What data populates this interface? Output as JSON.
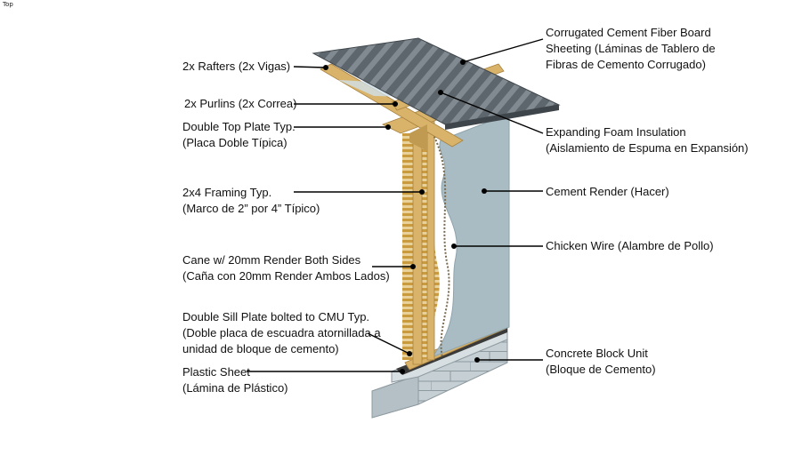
{
  "view": {
    "label": "Top"
  },
  "callouts": {
    "corrugated": {
      "line1": "Corrugated Cement Fiber Board",
      "line2": "Sheeting (Láminas de Tablero de",
      "line3": "Fibras de Cemento Corrugado)"
    },
    "rafters": {
      "line1": "2x Rafters (2x Vigas)"
    },
    "purlins": {
      "line1": "2x Purlins (2x Correa)"
    },
    "top_plate": {
      "line1": "Double Top Plate Typ.",
      "line2": "(Placa Doble Típica)"
    },
    "foam": {
      "line1": "Expanding Foam Insulation",
      "line2": "(Aislamiento de Espuma en Expansión)"
    },
    "framing": {
      "line1": "2x4 Framing Typ.",
      "line2": "(Marco de 2” por 4” Típico)"
    },
    "render": {
      "line1": "Cement Render (Hacer)"
    },
    "chicken_wire": {
      "line1": "Chicken Wire (Alambre de Pollo)"
    },
    "cane": {
      "line1": "Cane w/ 20mm Render Both Sides",
      "line2": "(Caña con 20mm Render Ambos Lados)"
    },
    "sill_plate": {
      "line1": "Double Sill Plate bolted to CMU Typ.",
      "line2": "(Doble placa de escuadra atornillada a",
      "line3": "unidad de bloque de cemento)"
    },
    "cmu": {
      "line1": "Concrete Block Unit",
      "line2": "(Bloque de Cemento)"
    },
    "plastic": {
      "line1": "Plastic Sheet",
      "line2": "(Lámina de Plástico)"
    }
  },
  "colors": {
    "render": "#a9bcc3",
    "render_shade": "#8fa3ab",
    "wood": "#d9b36a",
    "wood_dark": "#a8823f",
    "cane": "#c99a3e",
    "roof": "#596268",
    "block": "#c5cfd4",
    "leader": "#000000"
  }
}
